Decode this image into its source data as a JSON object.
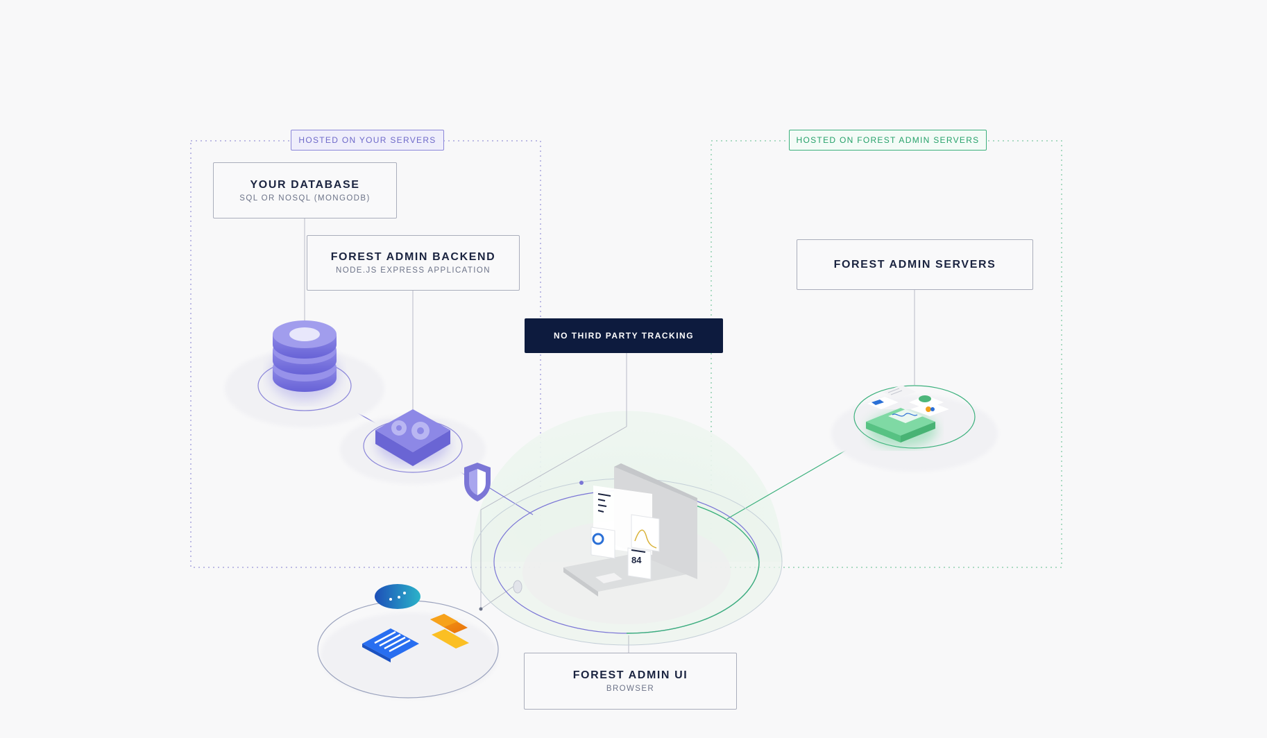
{
  "regions": {
    "your_servers_label": "HOSTED ON YOUR SERVERS",
    "forest_servers_label": "HOSTED ON FOREST ADMIN SERVERS"
  },
  "nodes": {
    "database": {
      "title": "YOUR DATABASE",
      "subtitle": "SQL OR NOSQL (MONGODB)"
    },
    "backend": {
      "title": "FOREST ADMIN BACKEND",
      "subtitle": "NODE.JS EXPRESS APPLICATION"
    },
    "servers": {
      "title": "FOREST ADMIN SERVERS"
    },
    "ui": {
      "title": "FOREST ADMIN UI",
      "subtitle": "BROWSER"
    }
  },
  "tracking_label": "NO THIRD PARTY TRACKING",
  "laptop_metric": "84",
  "icons": [
    "database-icon",
    "gears-icon",
    "shield-icon",
    "laptop-icon",
    "dashboard-widgets-icon",
    "chat-bubble-icon",
    "intercom-icon",
    "analytics-icon"
  ],
  "colors": {
    "your_servers": "#7b76d6",
    "forest_servers": "#3bb07c",
    "tracking_bg": "#0d1b3e",
    "text_dark": "#1b2440"
  }
}
